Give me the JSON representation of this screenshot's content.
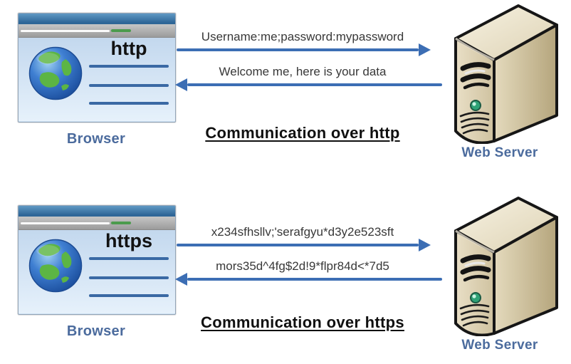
{
  "colors": {
    "arrow_blue": "#3c6eb4",
    "caption_blue": "#4b6b9d",
    "heading_black": "#101010",
    "browser_titlebar_blue": "#2e6697",
    "progress_green": "#4c9b4d",
    "browser_line_blue": "#3a69a4",
    "server_beige": "#d9cdae",
    "led_green": "#2fa276"
  },
  "icons": {
    "globe": "globe-icon",
    "server": "server-tower-icon",
    "request_arrow": "arrow-right-icon",
    "response_arrow": "arrow-left-icon"
  },
  "sections": [
    {
      "protocol": "http",
      "browser_caption": "Browser",
      "server_caption": "Web Server",
      "request_message": "Username:me;password:mypassword",
      "response_message": "Welcome me, here is your data",
      "heading": "Communication over http"
    },
    {
      "protocol": "https",
      "browser_caption": "Browser",
      "server_caption": "Web Server",
      "request_message": "x234sfhsllv;'serafgyu*d3y2e523sft",
      "response_message": "mors35d^4fg$2d!9*flpr84d<*7d5",
      "heading": "Communication over https"
    }
  ]
}
